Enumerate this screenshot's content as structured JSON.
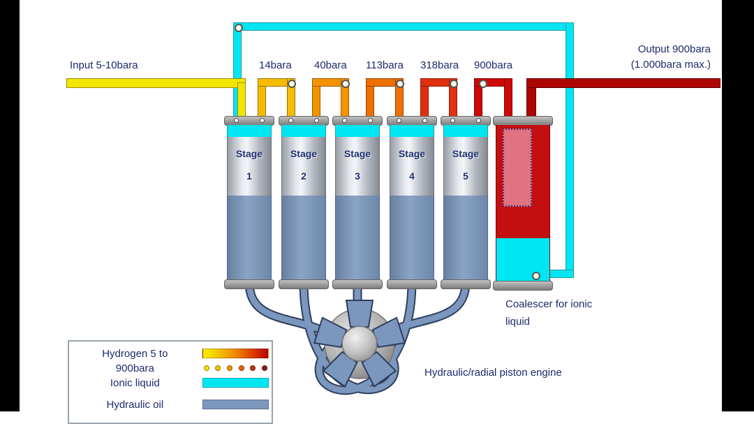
{
  "input_label": "Input 5-10bara",
  "output_label_line1": "Output 900bara",
  "output_label_line2": "(1.000bara max.)",
  "pressure_labels": [
    "14bara",
    "40bara",
    "113bara",
    "318bara",
    "900bara"
  ],
  "stages": [
    {
      "label": "Stage",
      "number": "1"
    },
    {
      "label": "Stage",
      "number": "2"
    },
    {
      "label": "Stage",
      "number": "3"
    },
    {
      "label": "Stage",
      "number": "4"
    },
    {
      "label": "Stage",
      "number": "5"
    }
  ],
  "coalescer_label_line1": "Coalescer for ionic",
  "coalescer_label_line2": "liquid",
  "engine_label": "Hydraulic/radial piston engine",
  "legend": {
    "hydrogen_line1": "Hydrogen 5 to",
    "hydrogen_line2": "900bara",
    "ionic": "Ionic liquid",
    "oil": "Hydraulic oil",
    "dot_colors": [
      "#f2e600",
      "#f2c400",
      "#f09600",
      "#e46400",
      "#c43010",
      "#8e1a1a"
    ]
  },
  "colors": {
    "hydrogen_low": "#f2e600",
    "hydrogen_high": "#ad0404",
    "ionic_liquid": "#00e6f2",
    "hydraulic_oil": "#7b97bd",
    "label_text": "#1b2a6b"
  }
}
